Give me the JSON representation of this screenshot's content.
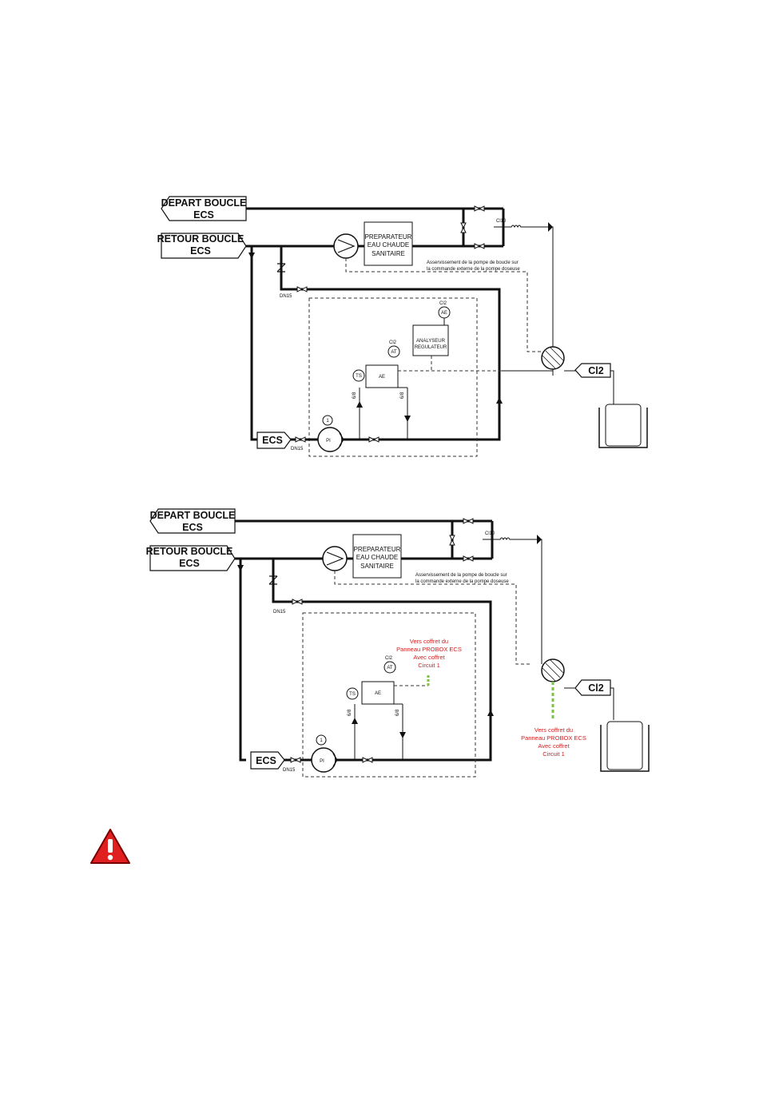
{
  "diagram_top": {
    "depart": [
      "DEPART BOUCLE",
      "ECS"
    ],
    "retour": [
      "RETOUR BOUCLE",
      "ECS"
    ],
    "preparateur": [
      "PREPARATEUR",
      "EAU CHAUDE",
      "SANITAIRE"
    ],
    "asservissement": [
      "Asservissement de la pompe de boucle sur",
      "la commande externe de la pompe doseuse"
    ],
    "cl10": "Cl10",
    "dn15_upper": "DN15",
    "dn15_lower": "DN15",
    "cl2_label": "Cl2",
    "ae_label": "AE",
    "at_label": "AT",
    "ts_label": "TS",
    "ae_top_label": "AE",
    "analyseur": [
      "ANALYSEUR",
      "REGULATEUR"
    ],
    "pipe_size_a": "6/8",
    "pipe_size_b": "6/8",
    "ecs_tag": "ECS",
    "pump_label": "PI",
    "pump_number": "1",
    "cl2_tag": "Cl2"
  },
  "diagram_bottom": {
    "depart": [
      "DEPART BOUCLE",
      "ECS"
    ],
    "retour": [
      "RETOUR BOUCLE",
      "ECS"
    ],
    "preparateur": [
      "PREPARATEUR",
      "EAU CHAUDE",
      "SANITAIRE"
    ],
    "asservissement": [
      "Asservissement de la pompe de boucle sur",
      "la commande externe de la pompe doseuse"
    ],
    "cl10": "Cl10",
    "dn15_upper": "DN15",
    "dn15_lower": "DN15",
    "cl2_label": "Cl2",
    "ae_label": "AE",
    "at_label": "AT",
    "ts_label": "TS",
    "pipe_size_a": "6/8",
    "pipe_size_b": "6/8",
    "ecs_tag": "ECS",
    "pump_label": "PI",
    "pump_number": "1",
    "cl2_tag": "Cl2",
    "note_inner": [
      "Vers coffret du",
      "Panneau PROBOX ECS",
      "Avec coffret",
      "Circuit 1"
    ],
    "note_outer": [
      "Vers coffret du",
      "Panneau PROBOX ECS",
      "Avec coffret",
      "Circuit 1"
    ]
  },
  "colors": {
    "line": "#111111",
    "note_red": "#d42020",
    "signal_green": "#7cc242",
    "warning_red": "#e02020"
  },
  "icons": {
    "warning": "warning-triangle-icon"
  }
}
